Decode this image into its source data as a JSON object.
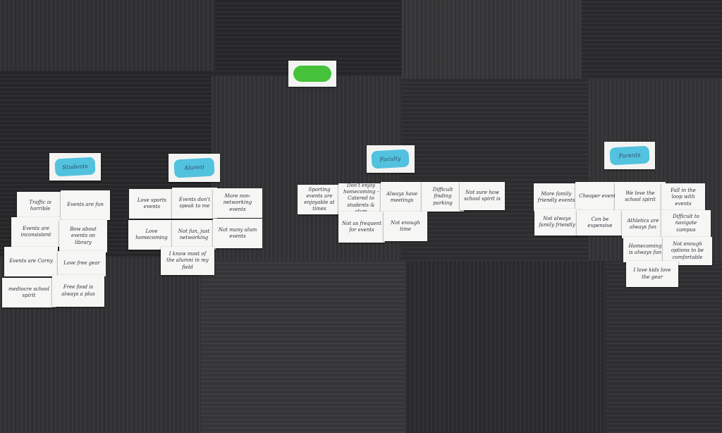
{
  "colors": {
    "floor": "#2b2b2d",
    "card": "#f6f6f4",
    "highlight_blue": "#52c2de",
    "highlight_green": "#45c23a"
  },
  "green_label": "",
  "groups": [
    {
      "header": "Students",
      "cards": [
        "Traffic is horrible",
        "Events are fun",
        "Events are inconsistent",
        "Bow about events on library",
        "Events are Corny",
        "Love free gear",
        "mediocre school spirit",
        "Free food is always a plus"
      ]
    },
    {
      "header": "Alumni",
      "cards": [
        "Love sports events",
        "Events don't speak to me",
        "More non-networking events",
        "Love homecoming",
        "Not fun, just networking",
        "Not many alum events",
        "I know most of the alumni in my field"
      ]
    },
    {
      "header": "Faculty",
      "cards": [
        "Sporting events are enjoyable at times",
        "Don't enjoy homecoming - Catered to students & alum",
        "Always have meetings",
        "Difficult finding parking",
        "Not sure how school spirit is",
        "Not as frequent for events",
        "Not enough time"
      ]
    },
    {
      "header": "Parents",
      "cards": [
        "More family friendly events",
        "Cheaper events",
        "We love the school spirit",
        "Fall in the loop with events",
        "Not always family friendly",
        "Can be expensive",
        "Athletics are always fun",
        "Difficult to navigate campus",
        "Homecoming is always fun",
        "Not enough options to be comfortable",
        "I love kids love the gear"
      ]
    }
  ]
}
